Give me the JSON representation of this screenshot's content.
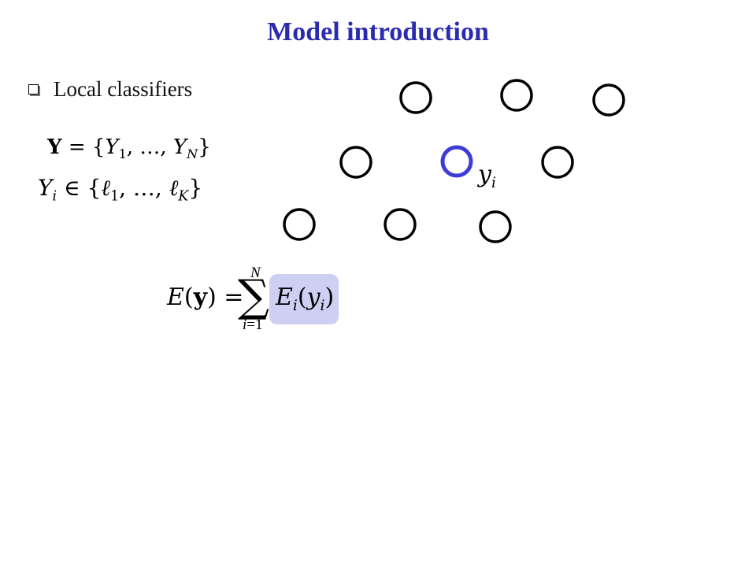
{
  "slide": {
    "title": "Model introduction",
    "bullet": "Local classifiers",
    "title_color": "#2b2bb0",
    "highlight_color": "#cdd0f3"
  },
  "formulas": {
    "set": "Y = {Y₁, …, Yₙ}",
    "domain": "Yᵢ ∈ {ℓ₁, …, ℓₖ}",
    "energy": "E(y) = Σᵢ₌₁ᴺ Eᵢ(yᵢ)"
  },
  "graph": {
    "highlighted_node_label": "yᵢ",
    "node_color": "#000000",
    "highlight_node_color": "#3d3dd6"
  }
}
